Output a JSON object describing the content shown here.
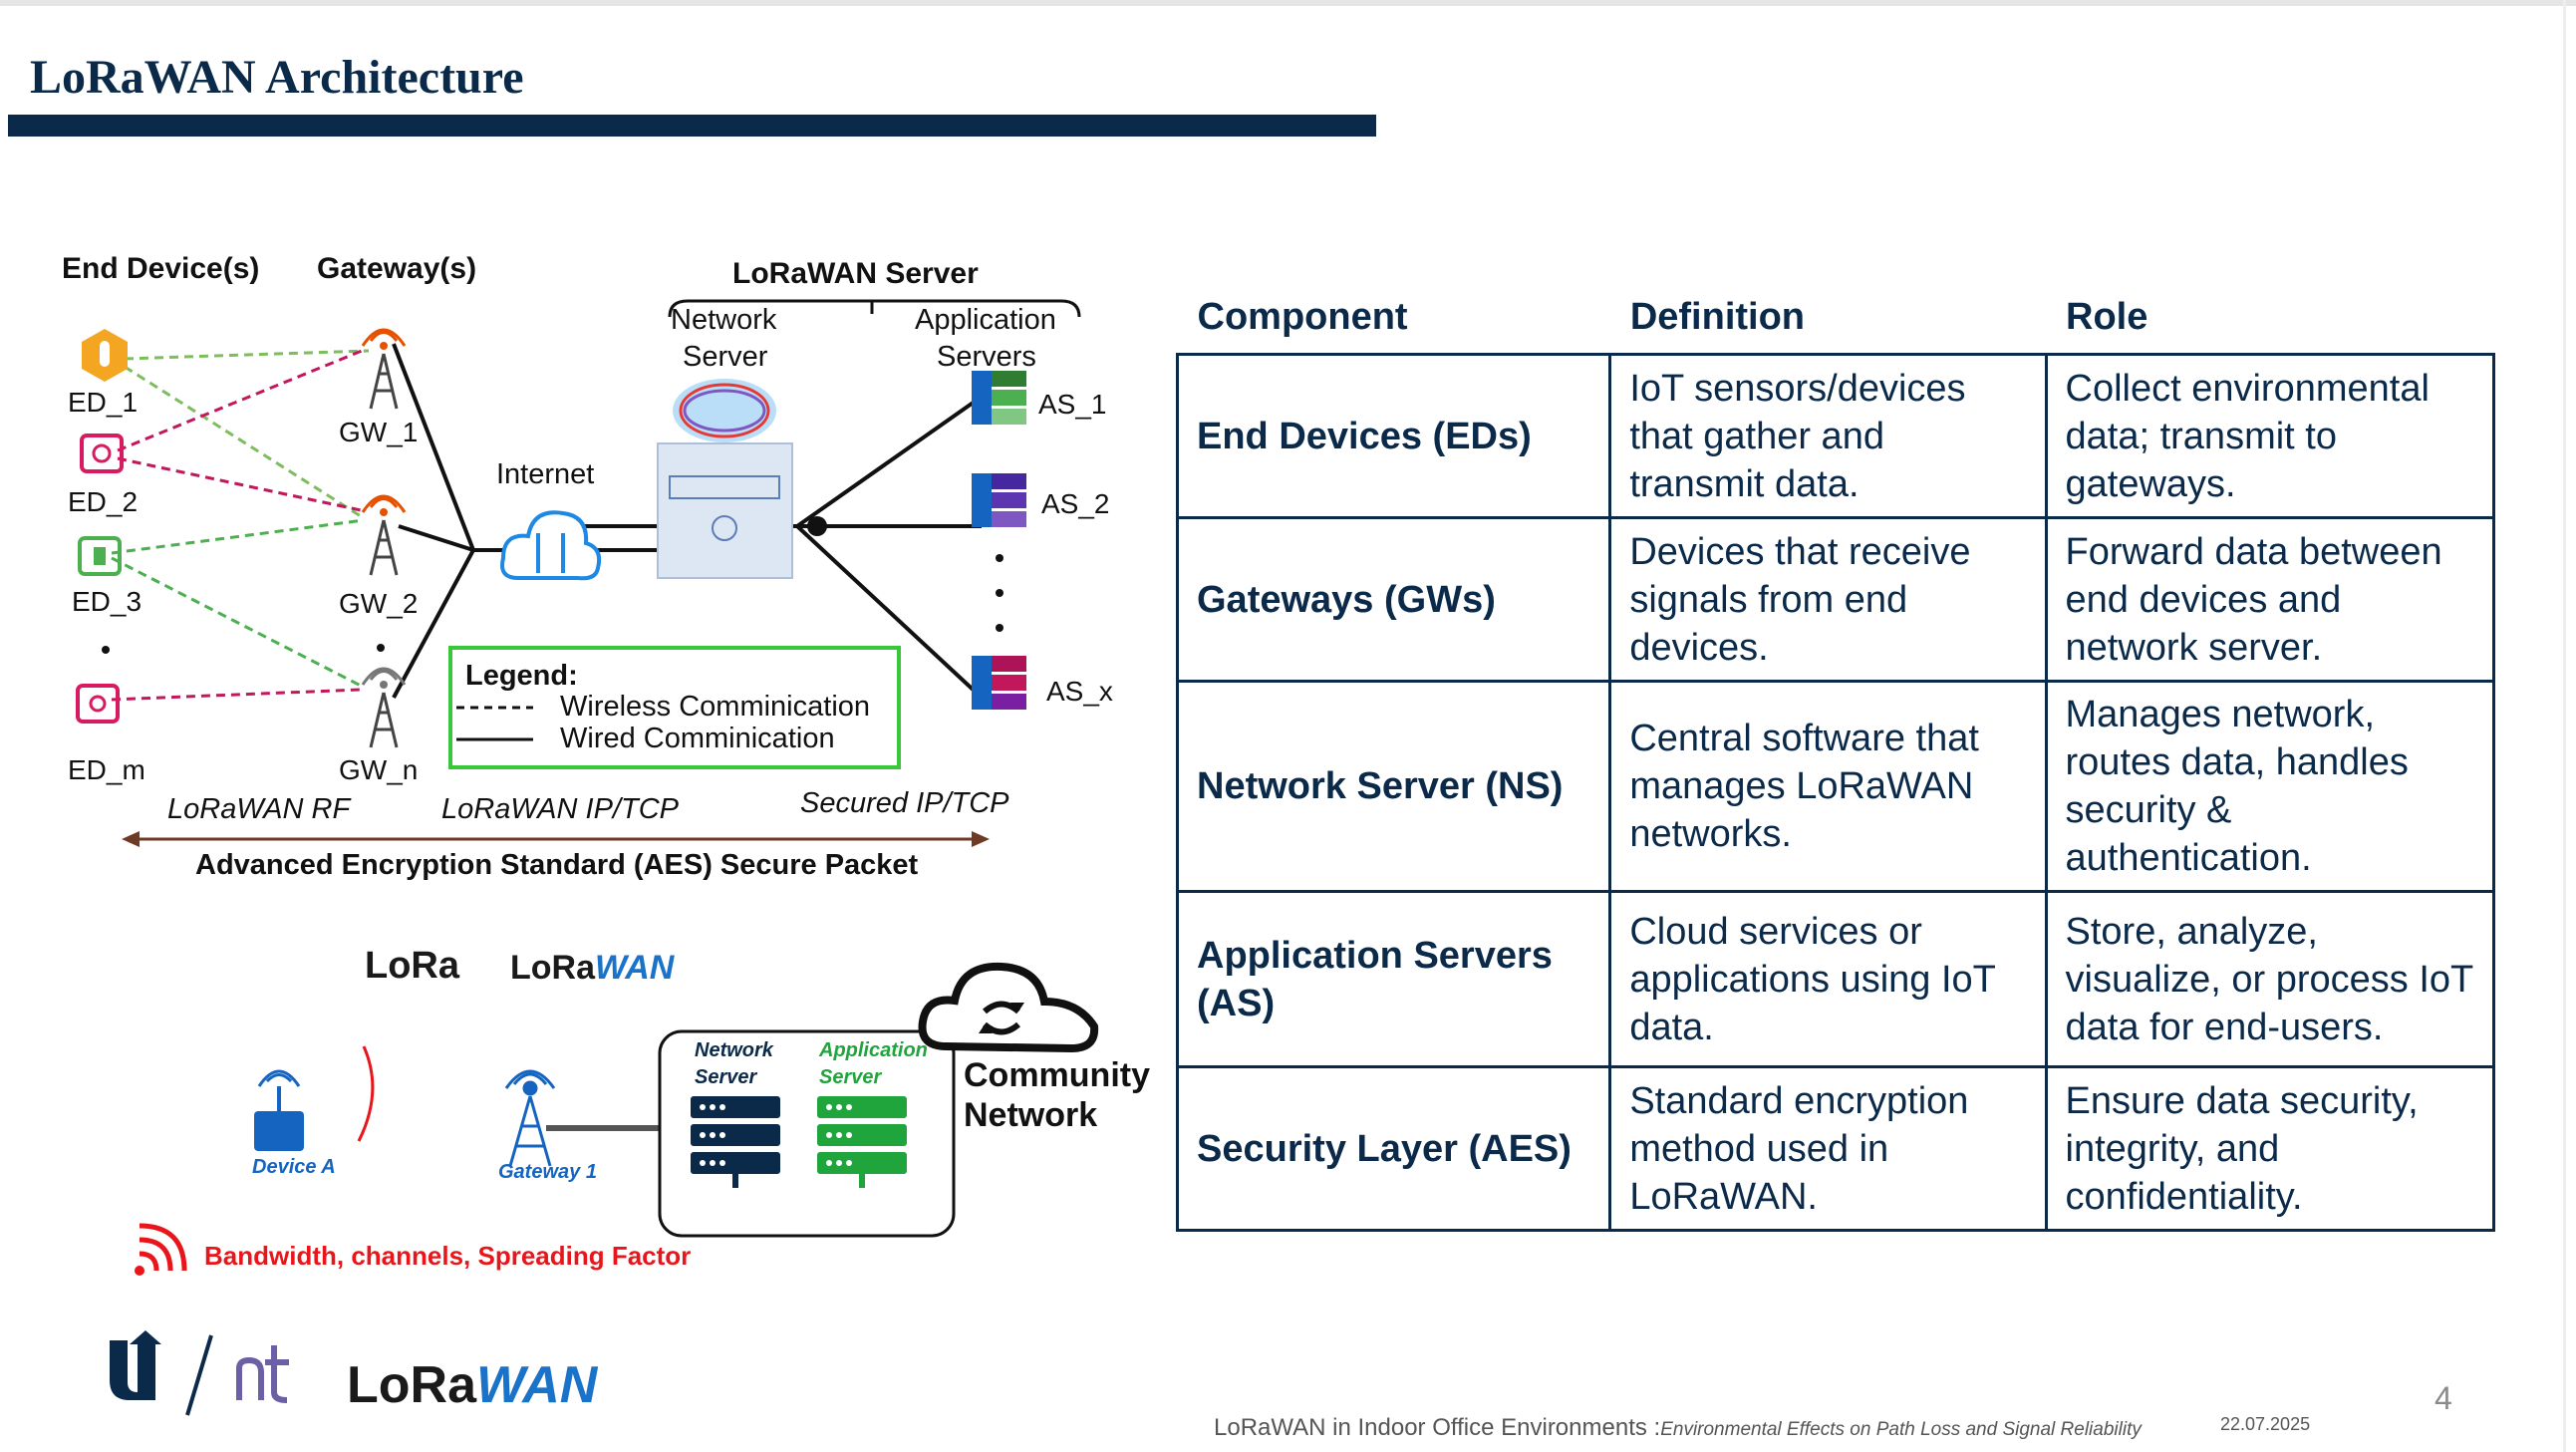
{
  "slide": {
    "title": "LoRaWAN Architecture",
    "page_number": "4",
    "footer_main": "LoRaWAN in Indoor Office Environments :",
    "footer_sub": "Environmental Effects on Path Loss and Signal Reliability",
    "footer_date": "22.07.2025"
  },
  "diagram": {
    "col_end_devices": "End Device(s)",
    "col_gateways": "Gateway(s)",
    "lorawan_server": "LoRaWAN Server",
    "network_server_1": "Network",
    "network_server_2": "Server",
    "app_servers_1": "Application",
    "app_servers_2": "Servers",
    "internet": "Internet",
    "ed_1": "ED_1",
    "ed_2": "ED_2",
    "ed_3": "ED_3",
    "ed_m": "ED_m",
    "gw_1": "GW_1",
    "gw_2": "GW_2",
    "gw_n": "GW_n",
    "as_1": "AS_1",
    "as_2": "AS_2",
    "as_x": "AS_x",
    "legend_title": "Legend:",
    "legend_wireless": "Wireless Comminication",
    "legend_wired": "Wired Comminication",
    "label_rf": "LoRaWAN RF",
    "label_iptcp": "LoRaWAN IP/TCP",
    "label_secured": "Secured IP/TCP",
    "aes_packet": "Advanced Encryption Standard (AES) Secure Packet"
  },
  "lower_diagram": {
    "lora_logo": "LoRa",
    "lorawan_logo_a": "LoRa",
    "lorawan_logo_b": "WAN",
    "device_a": "Device A",
    "gateway_1": "Gateway 1",
    "network_server_1": "Network",
    "network_server_2": "Server",
    "application_server_1": "Application",
    "application_server_2": "Server",
    "community_1": "Community",
    "community_2": "Network",
    "bandwidth_note": "Bandwidth, channels, Spreading Factor"
  },
  "bottom_logos": {
    "lorawan_a": "LoRa",
    "lorawan_b": "WAN"
  },
  "table": {
    "headers": [
      "Component",
      "Definition",
      "Role"
    ],
    "rows": [
      {
        "component": "End Devices (EDs)",
        "definition": "IoT sensors/devices that gather and transmit data.",
        "role": "Collect environmental data; transmit to gateways."
      },
      {
        "component": "Gateways (GWs)",
        "definition": "Devices that receive signals from end devices.",
        "role": "Forward data between end devices and network server."
      },
      {
        "component": "Network Server (NS)",
        "definition": "Central software that manages LoRaWAN networks.",
        "role": "Manages network, routes data, handles security & authentication."
      },
      {
        "component": "Application Servers (AS)",
        "definition": "Cloud services or applications using IoT data.",
        "role": "Store, analyze, visualize, or process IoT data for end-users."
      },
      {
        "component": "Security Layer (AES)",
        "definition": "Standard encryption method used in LoRaWAN.",
        "role": "Ensure data security, integrity, and confidentiality."
      }
    ]
  },
  "colors": {
    "navy": "#0b2a4a",
    "table_text": "#0b2a4a",
    "red_note": "#e8151b",
    "lorawan_blue": "#1a73c8",
    "server_green": "#1fa53c",
    "legend_border": "#39c639"
  }
}
